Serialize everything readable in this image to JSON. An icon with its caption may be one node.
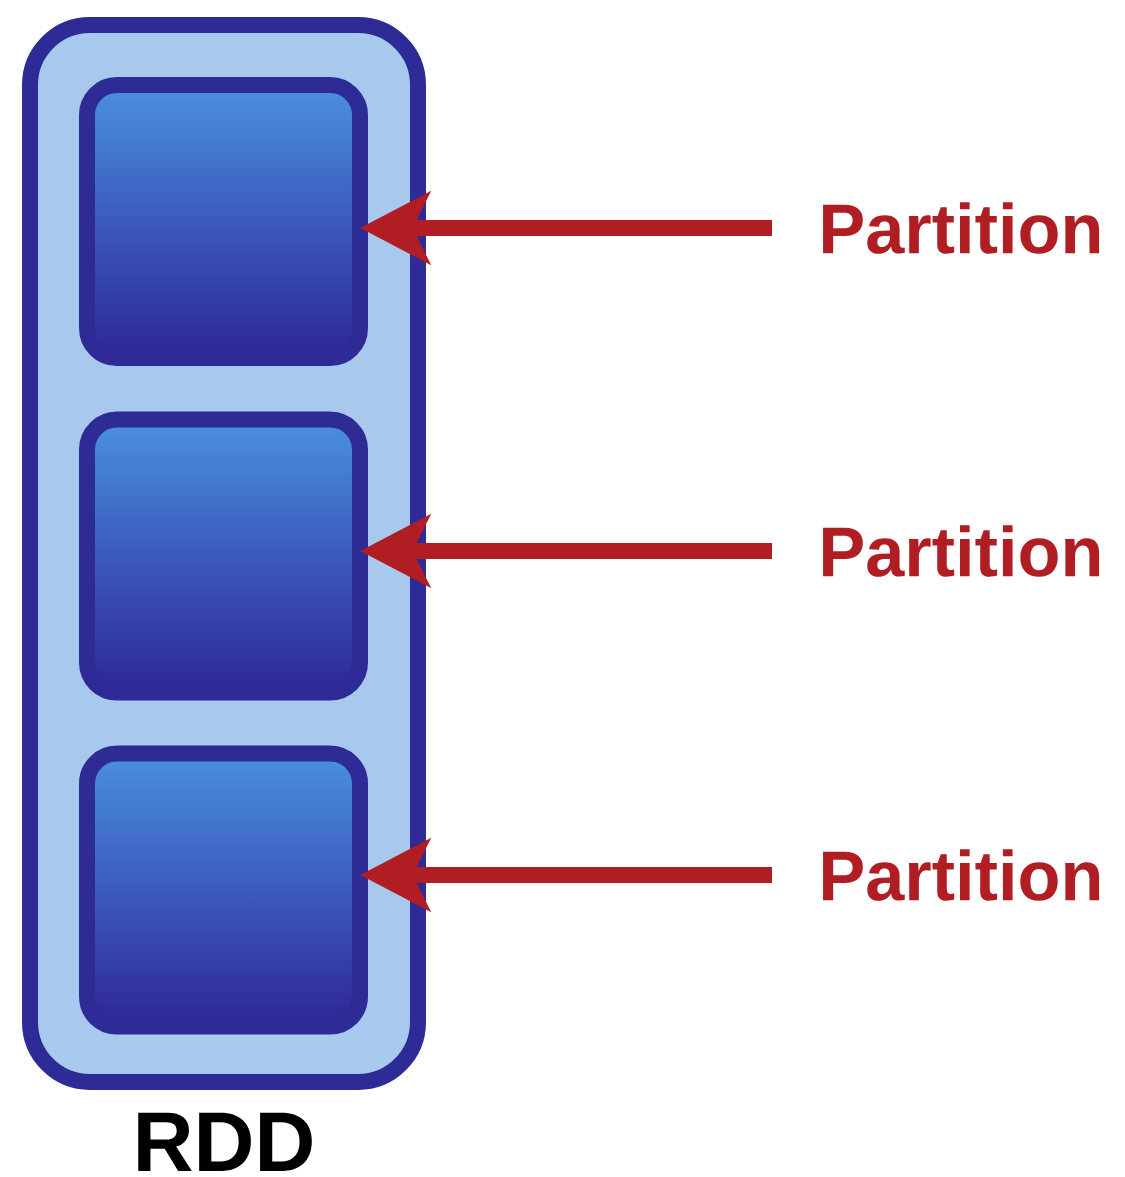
{
  "diagram": {
    "nodes": [
      {
        "text": [
          "RDD"
        ]
      },
      {
        "text": [],
        "shape": "box",
        "in": 0
      },
      {
        "text": [],
        "shape": "box",
        "in": 0
      },
      {
        "text": [],
        "shape": "box",
        "in": 0
      },
      {
        "text": [
          "Partition"
        ]
      },
      {
        "text": [
          "Partition"
        ]
      },
      {
        "text": [
          "Partition"
        ]
      }
    ],
    "edges": [
      {
        "from": 4,
        "to": 1,
        "arrow": "to"
      },
      {
        "from": 5,
        "to": 2,
        "arrow": "to"
      },
      {
        "from": 6,
        "to": 3,
        "arrow": "to"
      }
    ]
  }
}
